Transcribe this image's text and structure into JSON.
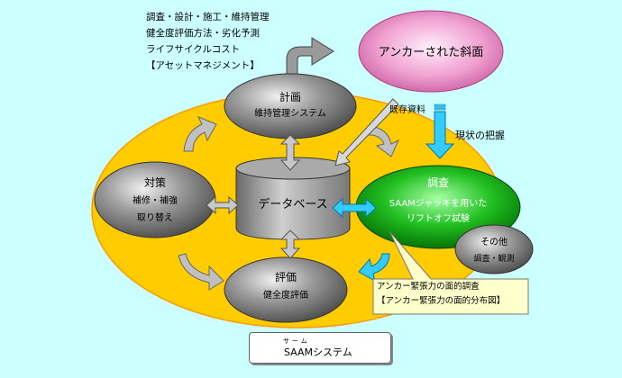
{
  "notes": {
    "lines": [
      "調査・設計・施工・維持管理",
      "健全度評価方法・劣化予測",
      "ライフサイクルコスト",
      "【アセットマネジメント】"
    ]
  },
  "nodes": {
    "plan": {
      "title": "計画",
      "subtitle": "維持管理システム"
    },
    "countermeasure": {
      "title": "対策",
      "line1": "補修・補強",
      "line2": "取り替え"
    },
    "database": {
      "label": "データベース"
    },
    "survey": {
      "title": "調査",
      "line1": "SAAMジャッキを用いた",
      "line2": "リフトオフ試験"
    },
    "evaluation": {
      "title": "評価",
      "subtitle": "健全度評価"
    },
    "slope": {
      "label": "アンカーされた斜面"
    },
    "other": {
      "title": "その他",
      "subtitle": "調査・観測"
    }
  },
  "labels": {
    "existing_docs": "既存資料",
    "current_status": "現状の把握"
  },
  "balloon": {
    "line1": "アンカー緊張力の面的調査",
    "line2": "【アンカー緊張力の面的分布図】"
  },
  "legend": {
    "ruby": "サーム",
    "label": "SAAMシステム"
  },
  "colors": {
    "background": "#ccffff",
    "ellipse_fill": "#ffcc00",
    "gray_node": "#7a7a7a",
    "survey_green": "#00a000",
    "slope_pink": "#e080b8",
    "balloon_fill": "#ffffcc",
    "cyan_arrow": "#33ccff"
  }
}
